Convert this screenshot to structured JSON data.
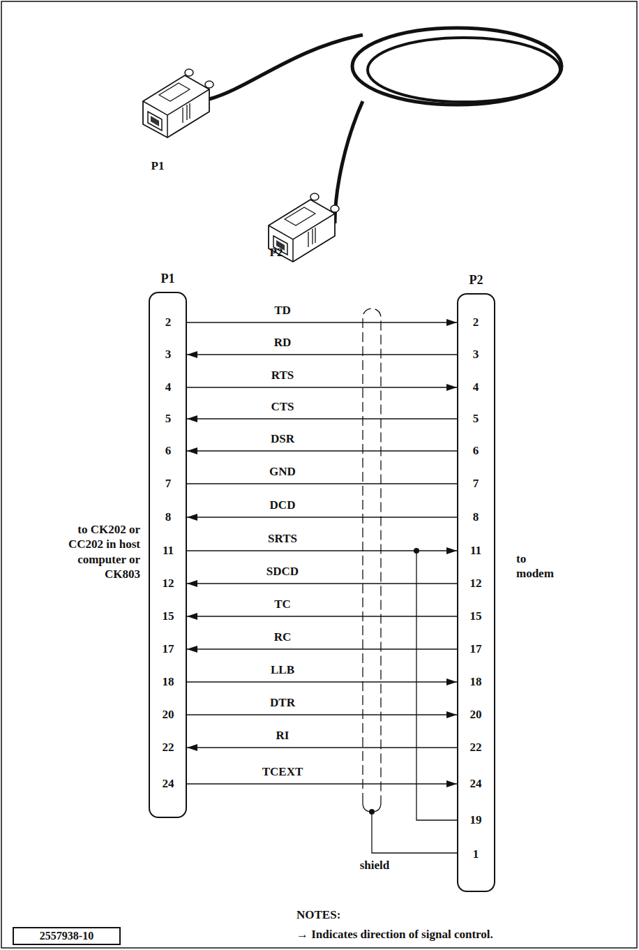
{
  "diagram": {
    "nodes": [
      {
        "text": [
          "P1"
        ]
      },
      {
        "text": [
          "P2"
        ]
      },
      {
        "text": [
          "2557938-10"
        ]
      }
    ],
    "edges": [
      {
        "from": 0,
        "to": 1,
        "label": "TD",
        "arrow": "to"
      },
      {
        "from": 1,
        "to": 0,
        "label": "RD",
        "arrow": "to"
      },
      {
        "from": 0,
        "to": 1,
        "label": "RTS",
        "arrow": "to"
      },
      {
        "from": 1,
        "to": 0,
        "label": "CTS",
        "arrow": "to"
      },
      {
        "from": 1,
        "to": 0,
        "label": "DSR",
        "arrow": "to"
      },
      {
        "from": 0,
        "to": 1,
        "label": "GND",
        "arrow": "none"
      },
      {
        "from": 1,
        "to": 0,
        "label": "DCD",
        "arrow": "to"
      },
      {
        "from": 0,
        "to": 1,
        "label": "SRTS",
        "arrow": "to"
      },
      {
        "from": 1,
        "to": 0,
        "label": "SDCD",
        "arrow": "to"
      },
      {
        "from": 1,
        "to": 0,
        "label": "TC",
        "arrow": "to"
      },
      {
        "from": 1,
        "to": 0,
        "label": "RC",
        "arrow": "to"
      },
      {
        "from": 0,
        "to": 1,
        "label": "LLB",
        "arrow": "to"
      },
      {
        "from": 0,
        "to": 1,
        "label": "DTR",
        "arrow": "to"
      },
      {
        "from": 1,
        "to": 0,
        "label": "RI",
        "arrow": "to"
      },
      {
        "from": 0,
        "to": 1,
        "label": "TCEXT",
        "arrow": "to"
      }
    ],
    "labels": [
      "P1",
      "P2",
      "2",
      "3",
      "4",
      "5",
      "6",
      "7",
      "8",
      "11",
      "12",
      "15",
      "17",
      "18",
      "20",
      "22",
      "24",
      "to CK202 or CC202 in host computer or CK803",
      "2",
      "3",
      "4",
      "5",
      "6",
      "7",
      "8",
      "11",
      "12",
      "15",
      "17",
      "18",
      "20",
      "22",
      "24",
      "19",
      "1",
      "to modem",
      "shield",
      "NOTES:",
      "→ Indicates direction of signal control."
    ]
  }
}
